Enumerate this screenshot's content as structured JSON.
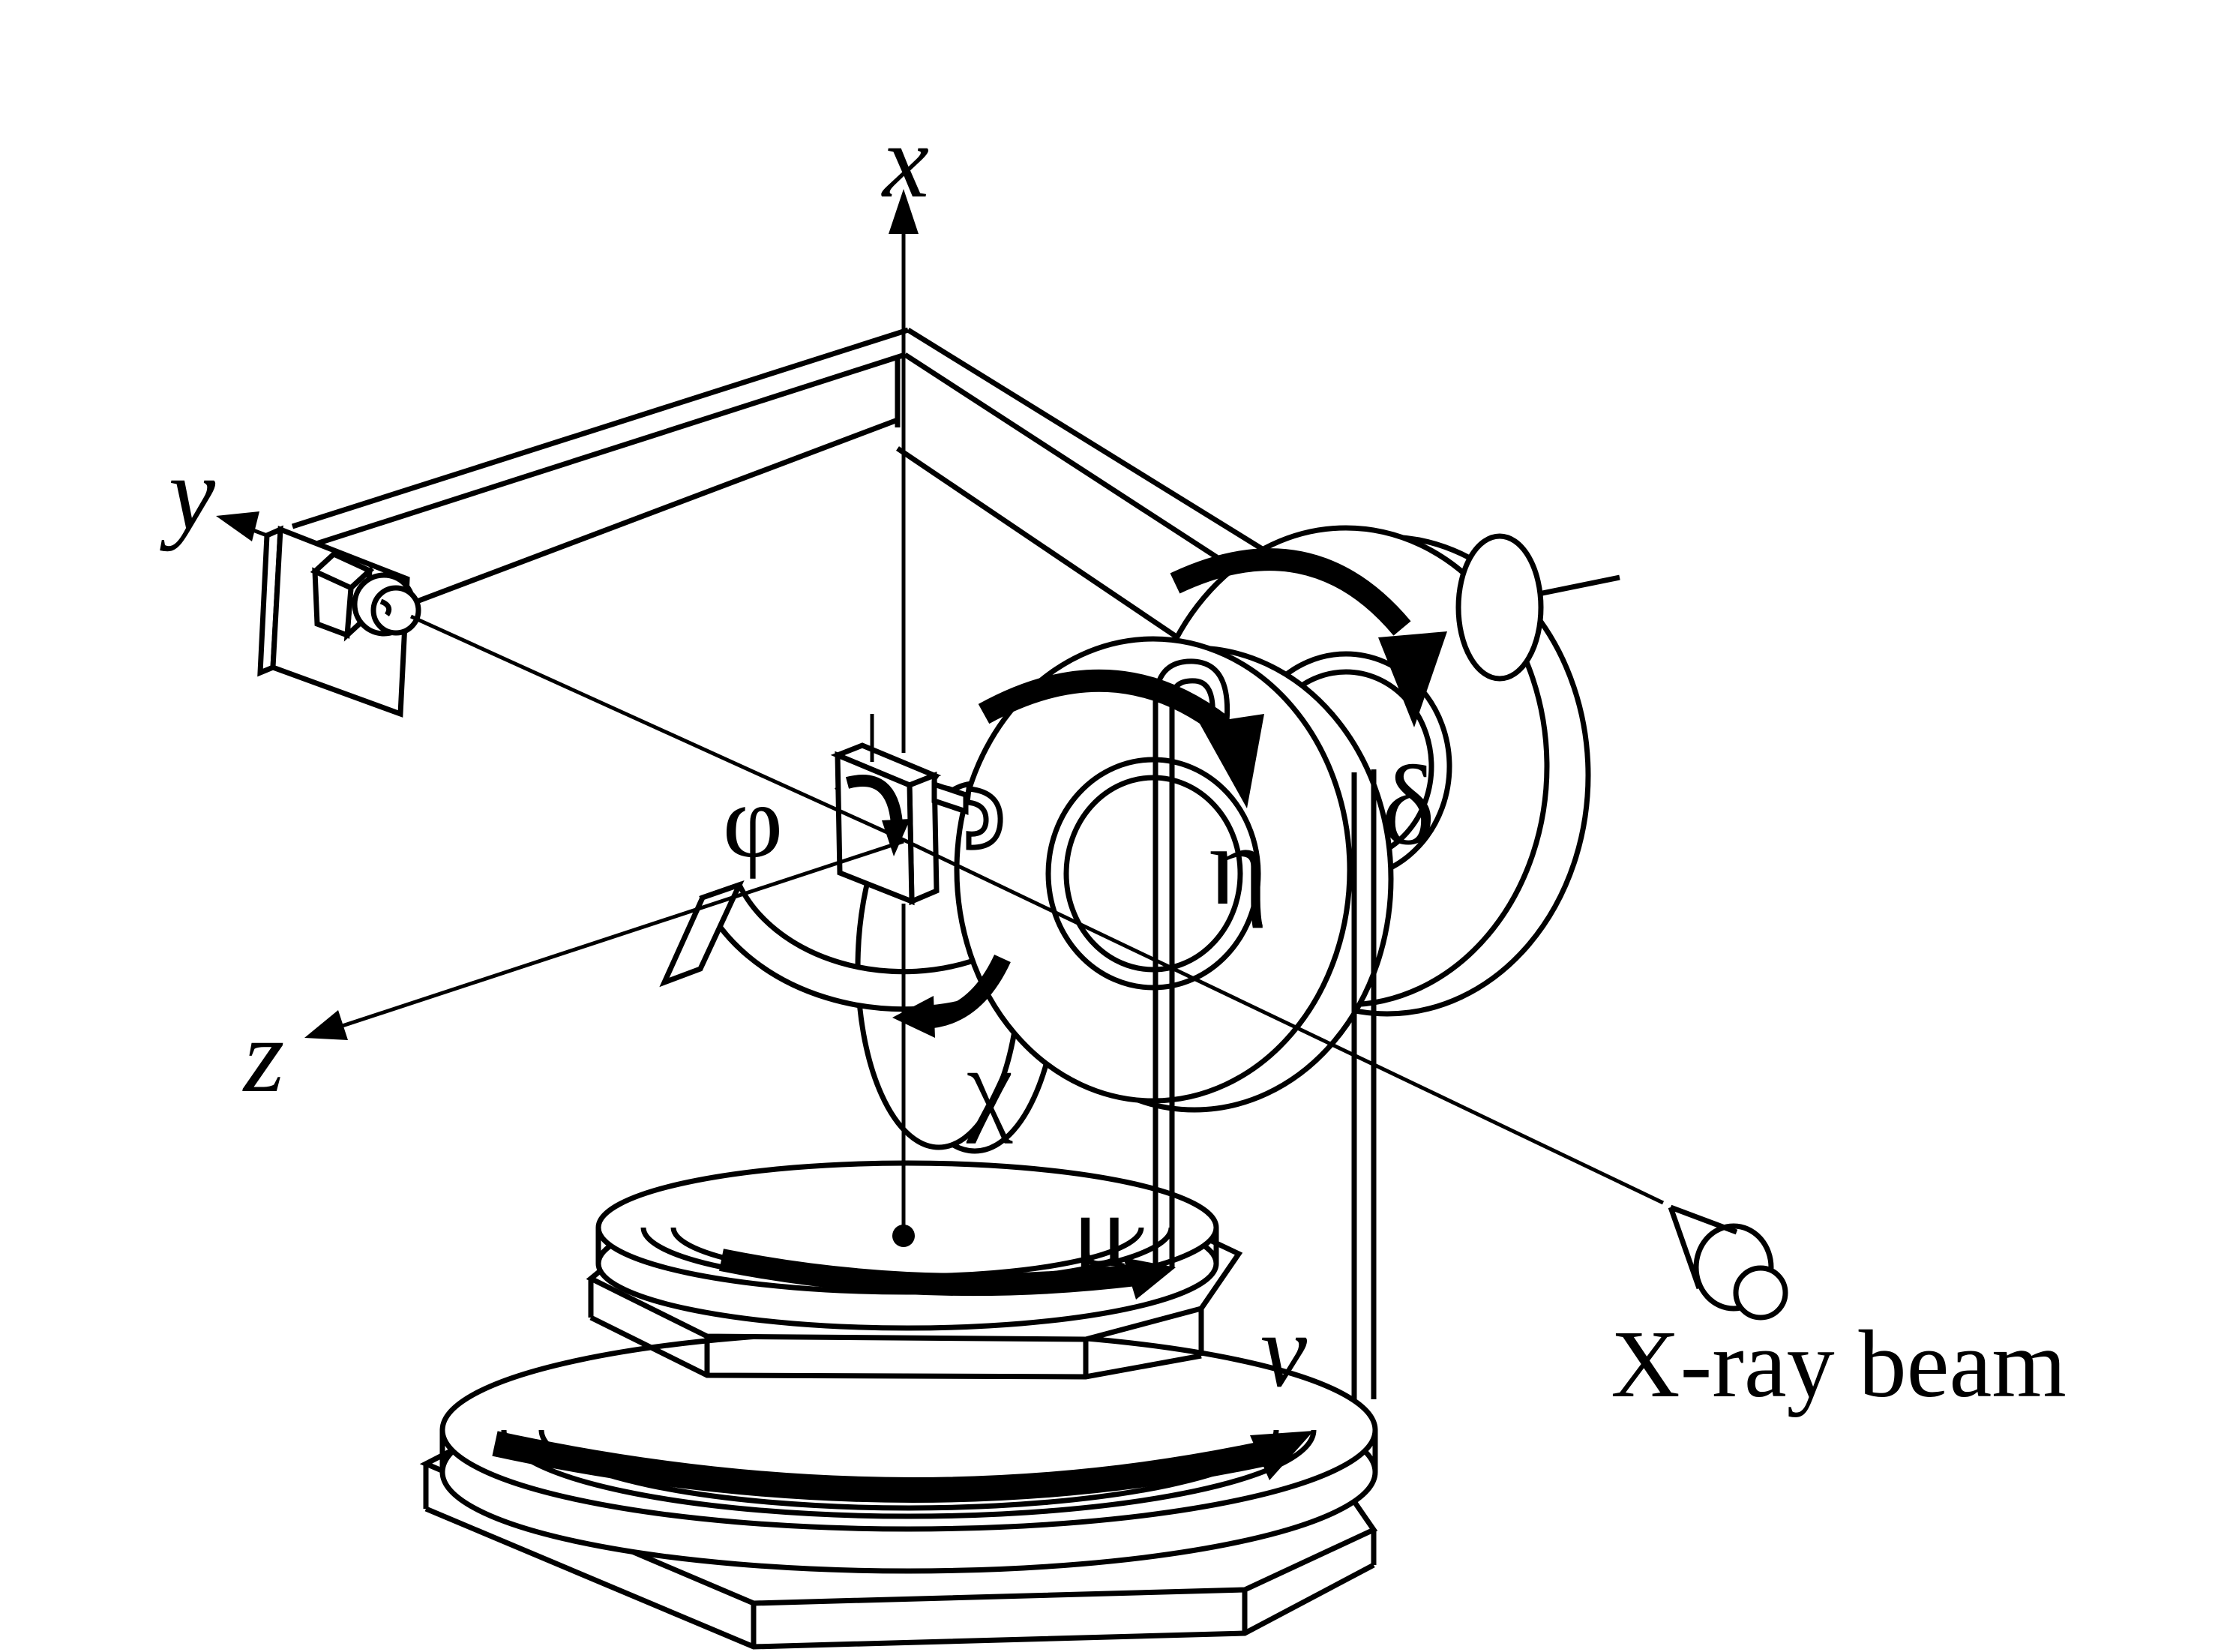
{
  "figure": {
    "type": "six-circle diffractometer schematic",
    "colors": {
      "ink": "#000000",
      "background": "#ffffff"
    },
    "labels": {
      "axis_x": "x",
      "axis_y": "y",
      "axis_z": "z",
      "phi": "φ",
      "chi": "χ",
      "eta": "η",
      "delta": "δ",
      "mu": "μ",
      "nu": "ν",
      "beam": "X-ray beam"
    }
  }
}
